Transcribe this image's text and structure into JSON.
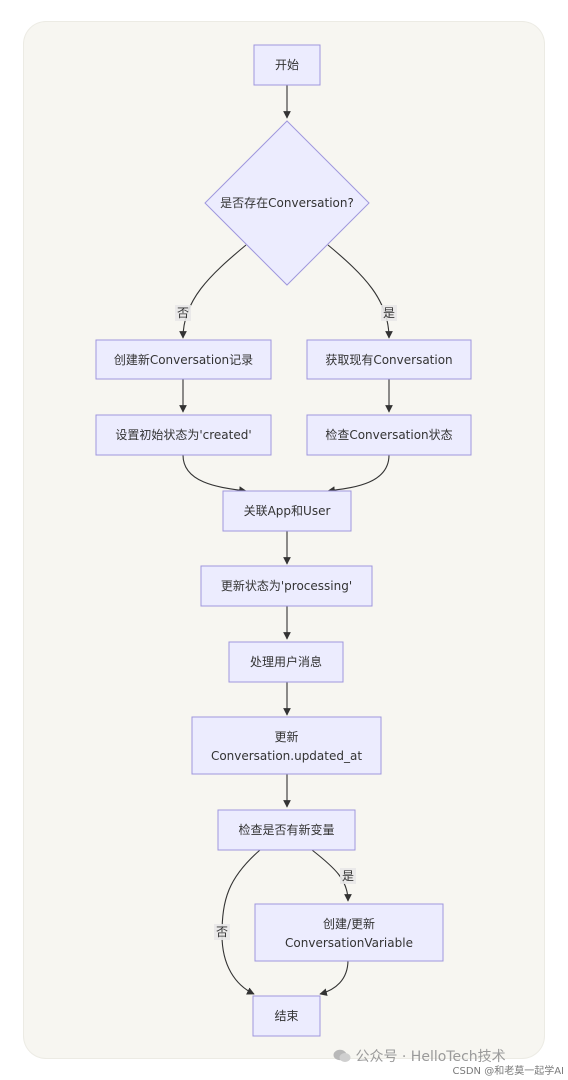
{
  "nodes": {
    "start": "开始",
    "has_conversation": "是否存在Conversation?",
    "create_conversation": "创建新Conversation记录",
    "get_conversation": "获取现有Conversation",
    "set_initial_status": "设置初始状态为'created'",
    "check_conversation_status": "检查Conversation状态",
    "associate_app_user": "关联App和User",
    "update_status_processing": "更新状态为'processing'",
    "process_message": "处理用户消息",
    "update_timestamp_line1": "更新",
    "update_timestamp_line2": "Conversation.updated_at",
    "check_new_variables": "检查是否有新变量",
    "create_update_variable_line1": "创建/更新",
    "create_update_variable_line2": "ConversationVariable",
    "end": "结束"
  },
  "edge_labels": {
    "no_1": "否",
    "yes_1": "是",
    "yes_2": "是",
    "no_2": "否"
  },
  "watermark": "公众号 · HelloTech技术",
  "credit": "CSDN @和老莫一起学AI",
  "colors": {
    "node_fill": "#ececfe",
    "node_stroke": "#9f97dd",
    "edge": "#333333",
    "card_background": "#f7f6f1"
  }
}
